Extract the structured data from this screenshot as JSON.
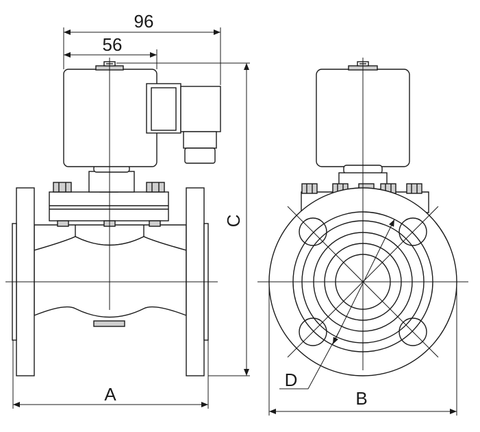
{
  "dimensions": {
    "width_96": "96",
    "width_56": "56",
    "height_c": "C",
    "length_a": "A",
    "diameter_b": "B",
    "bolt_circle_d": "D"
  }
}
